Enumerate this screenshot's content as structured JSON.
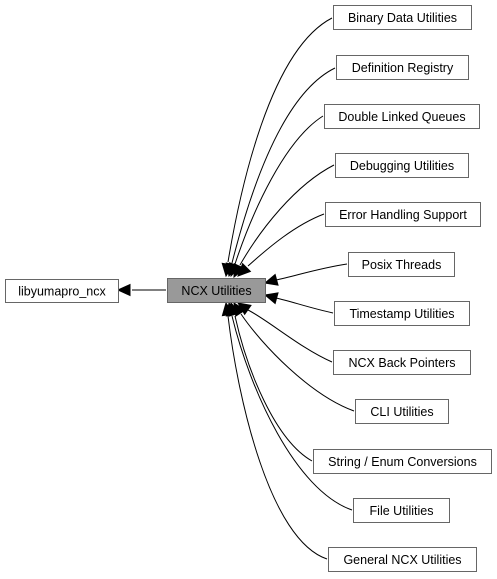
{
  "graph": {
    "center": {
      "id": "ncx-utilities",
      "label": "NCX Utilities"
    },
    "parent": {
      "id": "libyumapro-ncx",
      "label": "libyumapro_ncx"
    },
    "children": [
      {
        "id": "binary-data-utilities",
        "label": "Binary Data Utilities"
      },
      {
        "id": "definition-registry",
        "label": "Definition Registry"
      },
      {
        "id": "double-linked-queues",
        "label": "Double Linked Queues"
      },
      {
        "id": "debugging-utilities",
        "label": "Debugging Utilities"
      },
      {
        "id": "error-handling-support",
        "label": "Error Handling Support"
      },
      {
        "id": "posix-threads",
        "label": "Posix Threads"
      },
      {
        "id": "timestamp-utilities",
        "label": "Timestamp Utilities"
      },
      {
        "id": "ncx-back-pointers",
        "label": "NCX Back Pointers"
      },
      {
        "id": "cli-utilities",
        "label": "CLI Utilities"
      },
      {
        "id": "string-enum-conversions",
        "label": "String / Enum Conversions"
      },
      {
        "id": "file-utilities",
        "label": "File Utilities"
      },
      {
        "id": "general-ncx-utilities",
        "label": "General NCX Utilities"
      }
    ]
  },
  "colors": {
    "current_node_fill": "#999999",
    "node_border": "#666666",
    "edge": "#000000"
  }
}
